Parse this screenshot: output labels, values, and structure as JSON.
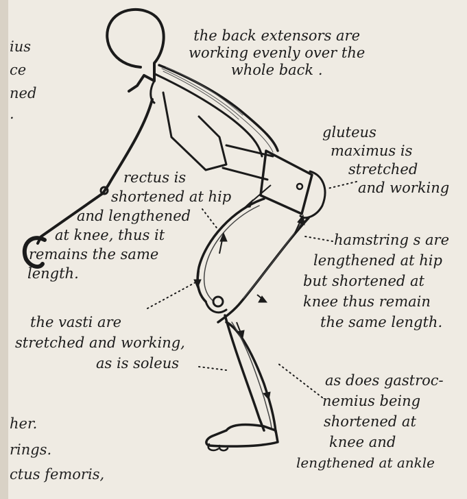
{
  "annotations": {
    "back_extensors": [
      "the back extensors are",
      "working evenly over the",
      "whole back ."
    ],
    "gluteus": [
      "gluteus",
      "maximus is",
      "stretched",
      "and working"
    ],
    "rectus": [
      "rectus is",
      "shortened at hip",
      "and lengthened",
      "at knee, thus it",
      "remains the same",
      "length."
    ],
    "hamstrings": [
      "hamstring s are",
      "lengthened at hip",
      "but shortened at",
      "knee thus remain",
      "the same length."
    ],
    "vasti": [
      "the vasti are",
      "stretched and working,",
      "as is soleus"
    ],
    "gastrocnemius": [
      "as does gastroc-",
      "nemius being",
      "shortened at",
      "knee and",
      "lengthened at ankle"
    ]
  },
  "left_margin_fragments": {
    "top": [
      "ius",
      "ce",
      "ned",
      "."
    ],
    "bottom": [
      "her.",
      "rings.",
      "ctus femoris,"
    ]
  },
  "colors": {
    "ink": "#1b1b1b",
    "paper": "#efebe3",
    "background": "#d9d2c6"
  }
}
